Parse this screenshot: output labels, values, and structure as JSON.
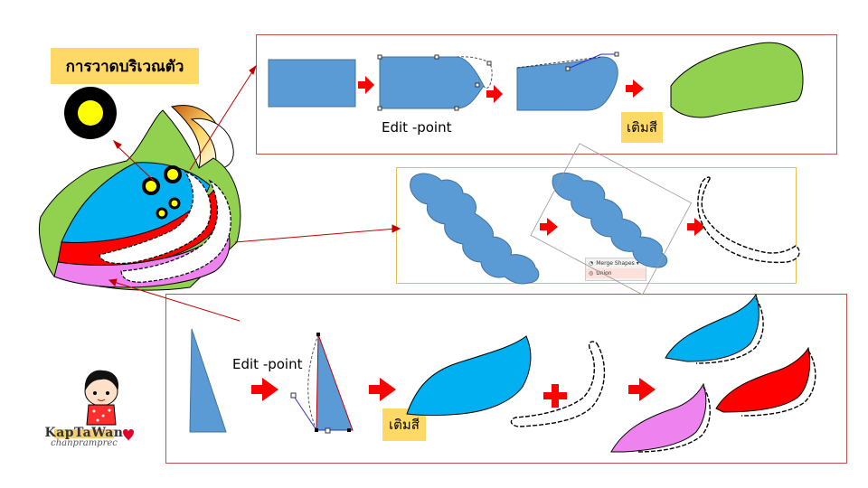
{
  "title": "การวาดบริเวณตัว",
  "panel1": {
    "edit_label": "Edit -point",
    "fill_label": "เติมสี"
  },
  "panel2": {
    "menu_merge": "Merge Shapes ▾",
    "menu_union": "Union"
  },
  "panel3": {
    "edit_label": "Edit -point",
    "fill_label": "เติมสี"
  },
  "brand": {
    "name": "KapTaWan",
    "sub": "chanpramprec"
  },
  "colors": {
    "shape_blue": "#5b9bd5",
    "cyan": "#00b0f0",
    "green": "#92d050",
    "red": "#ff0000",
    "pink": "#ee82ee",
    "yellow": "#ffff00",
    "arrow_red": "#ff0000",
    "label_bg": "#ffd966",
    "panel_border": "#c0504d"
  }
}
